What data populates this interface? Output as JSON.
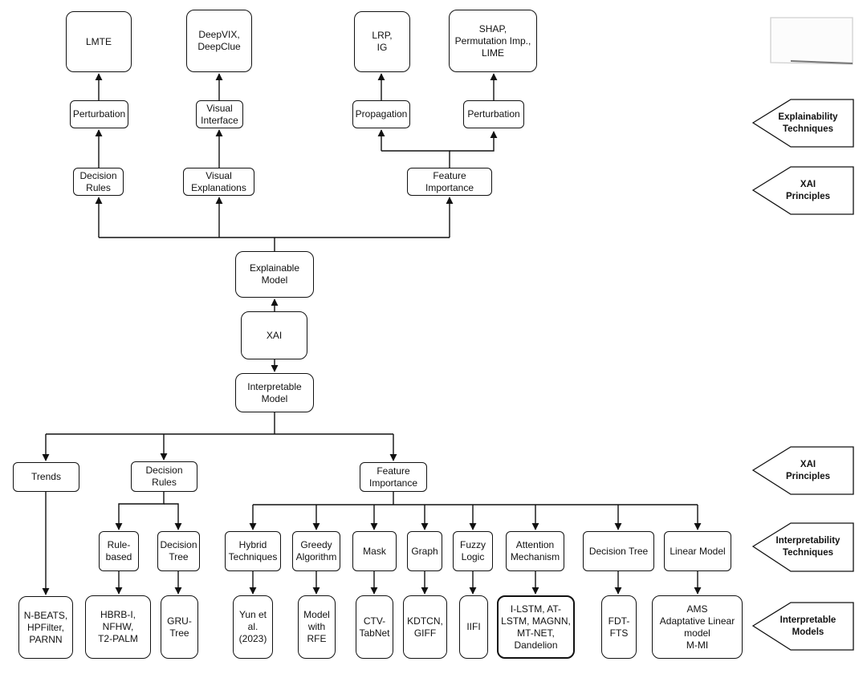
{
  "nodes": {
    "lmte": "LMTE",
    "deepvix": "DeepVIX,\nDeepClue",
    "lrp": "LRP,\nIG",
    "shap": "SHAP,\nPermutation Imp.,\nLIME",
    "perturbation_left": "Perturbation",
    "visual_interface": "Visual\nInterface",
    "propagation": "Propagation",
    "perturbation_right": "Perturbation",
    "decision_rules_top": "Decision\nRules",
    "visual_explanations": "Visual\nExplanations",
    "feature_importance_top": "Feature\nImportance",
    "explainable_model": "Explainable\nModel",
    "xai": "XAI",
    "interpretable_model": "Interpretable\nModel",
    "trends": "Trends",
    "decision_rules_bottom": "Decision\nRules",
    "feature_importance_bottom": "Feature\nImportance",
    "rule_based": "Rule-\nbased",
    "decision_tree_small": "Decision\nTree",
    "hybrid_techniques": "Hybrid\nTechniques",
    "greedy_algorithm": "Greedy\nAlgorithm",
    "mask": "Mask",
    "graph": "Graph",
    "fuzzy_logic": "Fuzzy\nLogic",
    "attention_mechanism": "Attention\nMechanism",
    "decision_tree_wide": "Decision Tree",
    "linear_model": "Linear Model",
    "nbeats": "N-BEATS,\nHPFilter,\nPARNN",
    "hbrb": "HBRB-I,\nNFHW,\nT2-PALM",
    "gru_tree": "GRU-\nTree",
    "yun": "Yun et\nal.\n(2023)",
    "model_rfe": "Model\nwith\nRFE",
    "ctv": "CTV-\nTabNet",
    "kdtcn": "KDTCN,\nGIFF",
    "iifi": "IIFI",
    "ilstm": "I-LSTM, AT-\nLSTM,  MAGNN,\nMT-NET,\nDandelion",
    "fdt": "FDT-\nFTS",
    "ams": "AMS\nAdaptative Linear\nmodel\nM-MI"
  },
  "legend": {
    "explainability_techniques": "Explainability\nTechniques",
    "xai_principles_top": "XAI\nPrinciples",
    "xai_principles_bottom": "XAI\nPrinciples",
    "interpretability_techniques": "Interpretability\nTechniques",
    "interpretable_models": "Interpretable\nModels"
  }
}
